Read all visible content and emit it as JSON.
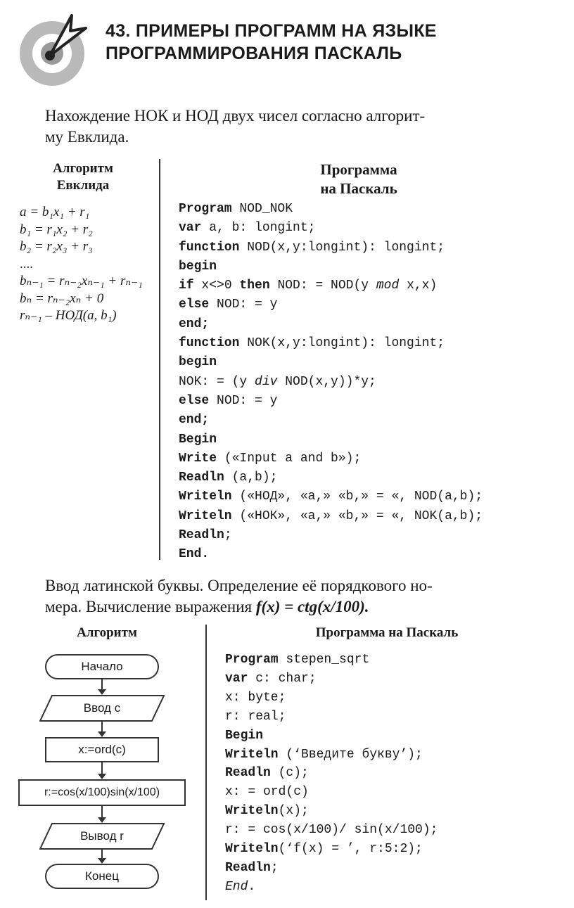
{
  "header": {
    "title_line1": "43. ПРИМЕРЫ ПРОГРАММ НА ЯЗЫКЕ",
    "title_line2": "ПРОГРАММИРОВАНИЯ ПАСКАЛЬ"
  },
  "section1": {
    "intro_line1": "Нахождение НОК и НОД двух чисел согласно алгорит-",
    "intro_line2": "му Евклида.",
    "alg_head_line1": "Алгоритм",
    "alg_head_line2": "Евклида",
    "prog_head_line1": "Программа",
    "prog_head_line2": "на Паскаль",
    "formulas": [
      "a = b₁x₁ + r₁",
      "b₁ = r₁x₂ + r₂",
      "b₂ = r₂x₃ + r₃",
      "....",
      "bₙ₋₁ = rₙ₋₂xₙ₋₁ + rₙ₋₁",
      "bₙ = rₙ₋₂xₙ + 0",
      "rₙ₋₁ – НОД(a, b₁)"
    ],
    "code": [
      {
        "kw": "Program",
        "rest": " NOD_NOK"
      },
      {
        "kw": "var",
        "rest": " a, b: longint;"
      },
      {
        "kw": "function",
        "rest": " NOD(x,y:longint): longint;"
      },
      {
        "kw": "begin",
        "rest": ""
      },
      {
        "kw": "if",
        "rest": " x<>0 ",
        "kw2": "then",
        "rest2": " NOD: = NOD(y ",
        "it": "mod",
        "rest3": " x,x)"
      },
      {
        "kw": "else",
        "rest": " NOD: = y"
      },
      {
        "kw": "end;",
        "rest": ""
      },
      {
        "kw": "function",
        "rest": " NOK(x,y:longint): longint;"
      },
      {
        "kw": "begin",
        "rest": ""
      },
      {
        "kw": "",
        "rest": "NOK: = (y ",
        "it": "div",
        "rest3": " NOD(x,y))*y;"
      },
      {
        "kw": "else",
        "rest": " NOD: = y"
      },
      {
        "kw": "end;",
        "rest": ""
      },
      {
        "kw": "Begin",
        "rest": ""
      },
      {
        "kw": "Write",
        "rest": " («Input a and b»);"
      },
      {
        "kw": "Readln",
        "rest": " (a,b);"
      },
      {
        "kw": "Writeln",
        "rest": " («НОД», «a,» «b,» = «, NOD(a,b);"
      },
      {
        "kw": "Writeln",
        "rest": " («НОК», «a,» «b,» = «, NOK(a,b);"
      },
      {
        "kw": "Readln",
        "rest": ";"
      },
      {
        "kw": "End.",
        "rest": ""
      }
    ]
  },
  "section2": {
    "intro_line1": "Ввод латинской буквы. Определение её порядкового но-",
    "intro_line2_text": "мера. Вычисление выражения ",
    "intro_line2_formula": "f(x) = ctg(x/100).",
    "alg_head": "Алгоритм",
    "prog_head": "Программа на Паскаль",
    "flowchart": [
      "Начало",
      "Ввод c",
      "x:=ord(c)",
      "r:=cos(x/100)sin(x/100)",
      "Вывод r",
      "Конец"
    ],
    "code": [
      {
        "kw": "Program",
        "rest": " stepen_sqrt"
      },
      {
        "kw": "var",
        "rest": " c: char;"
      },
      {
        "kw": "",
        "rest": "x: byte;"
      },
      {
        "kw": "",
        "rest": "r: real;"
      },
      {
        "kw": "Begin",
        "rest": ""
      },
      {
        "kw": "Writeln",
        "rest": " (‘Введите букву’);"
      },
      {
        "kw": "Readln",
        "rest": " (c);"
      },
      {
        "kw": "",
        "rest": "x: = ord(c)"
      },
      {
        "kw": "Writeln",
        "rest": "(x);"
      },
      {
        "kw": "",
        "rest": "r: = cos(x/100)/ sin(x/100);"
      },
      {
        "kw": "Writeln",
        "rest": "(‘f(x) = ’, r:5:2);"
      },
      {
        "kw": "Readln",
        "rest": ";"
      },
      {
        "kw": "",
        "rest": "",
        "it": "End",
        "rest3": "."
      }
    ]
  }
}
